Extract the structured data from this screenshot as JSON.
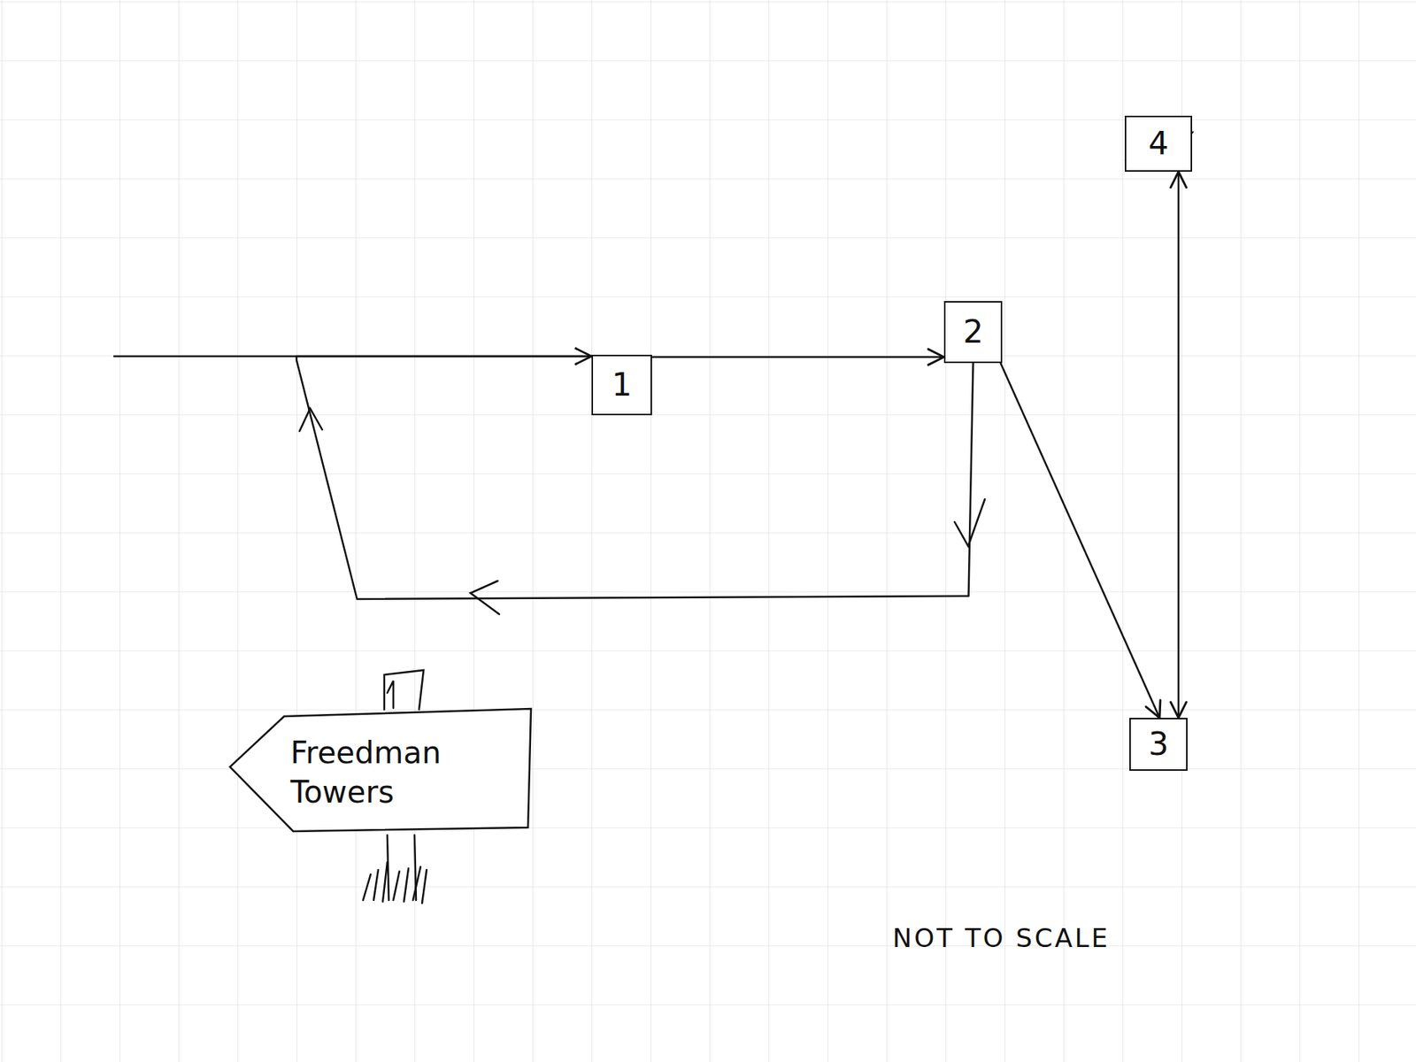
{
  "diagram": {
    "nodes": [
      {
        "text": [
          "4"
        ]
      },
      {
        "text": [
          "2"
        ]
      },
      {
        "text": [
          "1"
        ]
      },
      {
        "text": [
          "3"
        ]
      },
      {
        "text": [
          "Freedman Towers"
        ]
      }
    ],
    "edges": [
      {
        "from": 2,
        "to": 1,
        "arrow": "to"
      },
      {
        "from": 1,
        "to": 2,
        "arrow": "to"
      },
      {
        "from": 1,
        "to": 3,
        "arrow": "to"
      },
      {
        "from": 0,
        "to": 1,
        "arrow": "to"
      },
      {
        "from": 3,
        "to": 0,
        "arrow": "both"
      }
    ],
    "labels": [
      "NOT TO SCALE"
    ]
  }
}
